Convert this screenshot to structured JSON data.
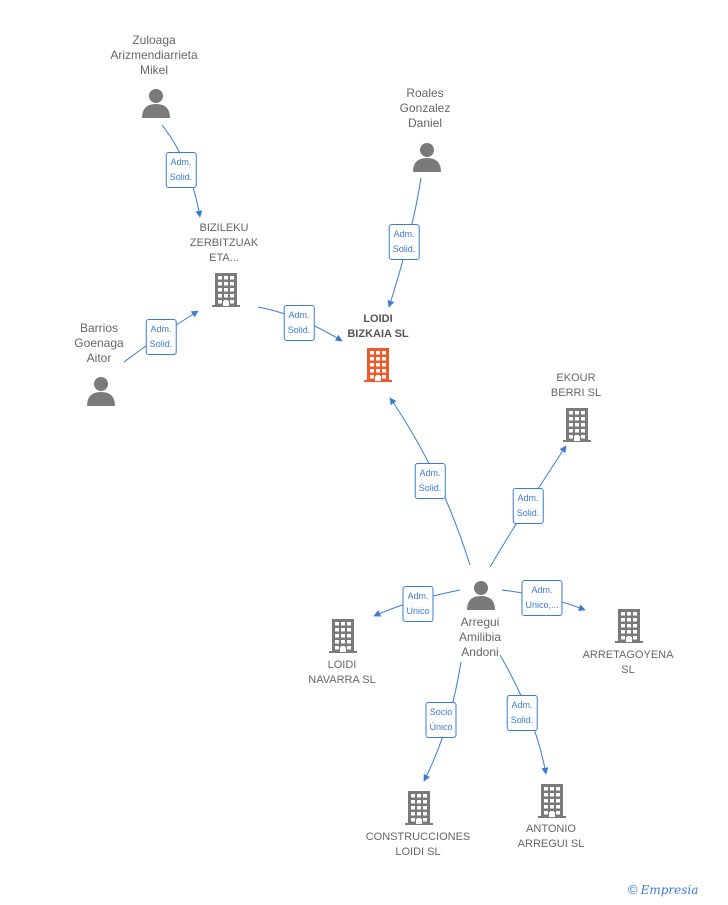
{
  "nodes": {
    "zuloaga": {
      "label": "Zuloaga\nArizmendiarrieta\nMikel",
      "type": "person"
    },
    "roales": {
      "label": "Roales\nGonzalez\nDaniel",
      "type": "person"
    },
    "bizileku": {
      "label": "BIZILEKU\nZERBITZUAK\nETA...",
      "type": "company"
    },
    "barrios": {
      "label": "Barrios\nGoenaga\nAitor",
      "type": "person"
    },
    "loidi_bizkaia": {
      "label": "LOIDI\nBIZKAIA  SL",
      "type": "company-focus"
    },
    "ekour": {
      "label": "EKOUR\nBERRI  SL",
      "type": "company"
    },
    "arregui": {
      "label": "Arregui\nAmilibia\nAndoni",
      "type": "person"
    },
    "loidi_navarra": {
      "label": "LOIDI\nNAVARRA  SL",
      "type": "company"
    },
    "arretagoyena": {
      "label": "ARRETAGOYENA\nSL",
      "type": "company"
    },
    "construcciones": {
      "label": "CONSTRUCCIONES\nLOIDI  SL",
      "type": "company"
    },
    "antonio": {
      "label": "ANTONIO\nARREGUI SL",
      "type": "company"
    }
  },
  "edges": {
    "zuloaga_bizileku": "Adm.\nSolid.",
    "roales_loidi": "Adm.\nSolid.",
    "barrios_bizileku": "Adm.\nSolid.",
    "bizileku_loidi": "Adm.\nSolid.",
    "arregui_loidi": "Adm.\nSolid.",
    "arregui_ekour": "Adm.\nSolid.",
    "arregui_navarra": "Adm.\nUnico",
    "arregui_arretagoyena": "Adm.\nUnico,...",
    "arregui_construcciones": "Socio\nÚnico",
    "arregui_antonio": "Adm.\nSolid."
  },
  "colors": {
    "edge": "#3a7bd5",
    "node": "#7a7a7a",
    "focus": "#f05a28"
  },
  "icons": {
    "person": "person-icon",
    "company": "building-icon"
  },
  "footer": {
    "copyright": "©",
    "brand": "Empresia"
  }
}
